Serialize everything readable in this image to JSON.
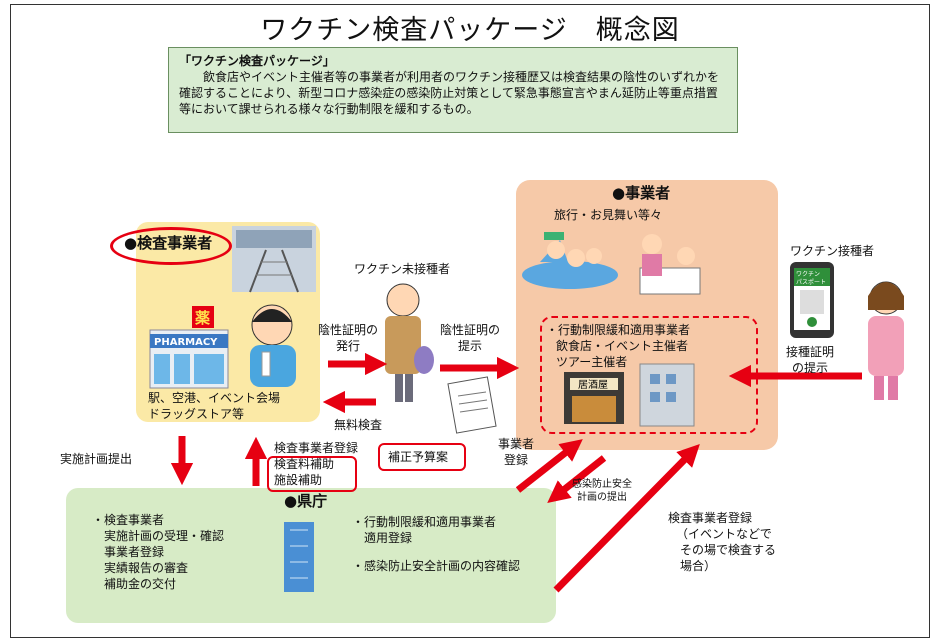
{
  "title": "ワクチン検査パッケージ　概念図",
  "concept": {
    "heading": "「ワクチン検査パッケージ」",
    "body": "飲食店やイベント主催者等の事業者が利用者のワクチン接種歴又は検査結果の陰性のいずれかを確認することにより、新型コロナ感染症の感染防止対策として緊急事態宣言やまん延防止等重点措置等において課せられる様々な行動制限を緩和するもの。"
  },
  "inspection": {
    "heading": "●検査事業者",
    "pharmacy_sign": "PHARMACY",
    "kanji_sign": "薬",
    "locations_line1": "駅、空港、イベント会場",
    "locations_line2": "ドラッグストア等"
  },
  "unvaccinated": {
    "label": "ワクチン未接種者",
    "result_issue_line1": "陰性証明の",
    "result_issue_line2": "発行",
    "result_present_line1": "陰性証明の",
    "result_present_line2": "提示",
    "free_test": "無料検査"
  },
  "business": {
    "heading": "●事業者",
    "travel": "旅行・お見舞い等々",
    "applicable_line1": "・行動制限緩和適用事業者",
    "applicable_line2": "飲食店・イベント主催者",
    "applicable_line3": "ツアー主催者",
    "shop_sign": "居酒屋"
  },
  "vaccinated": {
    "label": "ワクチン接種者",
    "card_line1": "ワクチン",
    "card_line2": "パスポート",
    "proof_line1": "接種証明",
    "proof_line2": "の提示"
  },
  "flows": {
    "plan_submit": "実施計画提出",
    "reg_line1": "検査事業者登録",
    "reg_line2": "検査料補助",
    "reg_line3": "施設補助",
    "budget": "補正予算案",
    "biz_reg_line1": "事業者",
    "biz_reg_line2": "登録",
    "safety_line1": "感染防止安全",
    "safety_line2": "計画の提出",
    "onsite_line1": "検査事業者登録",
    "onsite_line2": "（イベントなどで",
    "onsite_line3": "その場で検査する",
    "onsite_line4": "場合）"
  },
  "prefecture": {
    "heading": "●県庁",
    "left_line1": "・検査事業者",
    "left_line2": "実施計画の受理・確認",
    "left_line3": "事業者登録",
    "left_line4": "実績報告の審査",
    "left_line5": "補助金の交付",
    "right_line1": "・行動制限緩和適用事業者",
    "right_line2": "適用登録",
    "right_line3": "・感染防止安全計画の内容確認"
  },
  "colors": {
    "arrow": "#e60012",
    "inspection_panel": "#fbe9a6",
    "business_panel": "#f6c9a8",
    "prefecture_panel": "#d7ebc6",
    "concept_box": "#d9ecd2"
  }
}
